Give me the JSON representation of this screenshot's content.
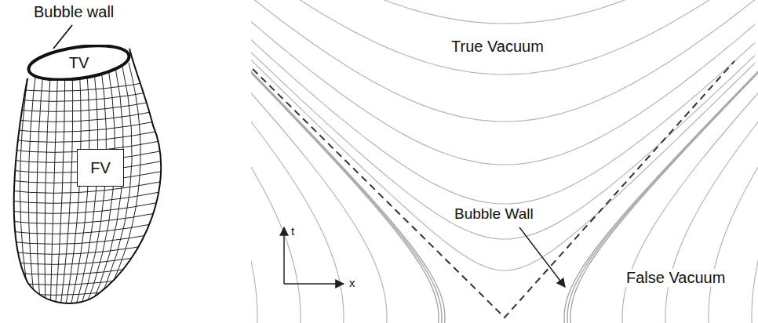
{
  "diagram": {
    "nodes": [
      {
        "text": [
          "TV"
        ]
      },
      {
        "text": [
          "FV"
        ]
      }
    ],
    "labels": [
      "Bubble wall",
      "True Vacuum",
      "Bubble Wall",
      "False Vacuum",
      "t",
      "x"
    ]
  }
}
